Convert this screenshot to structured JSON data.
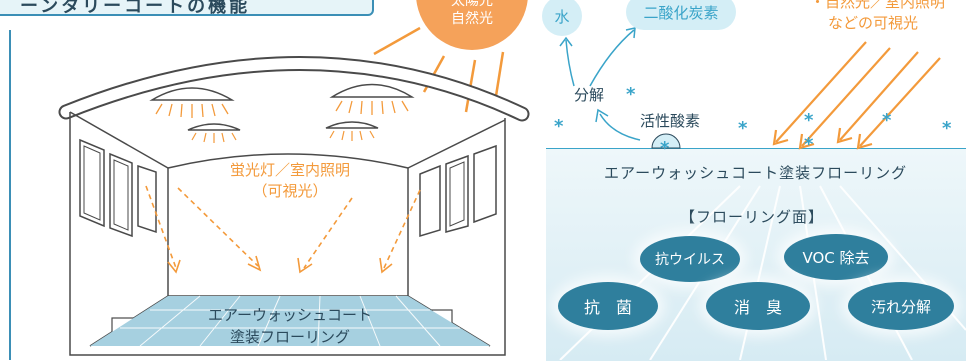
{
  "title": "ーンタリーコートの機能",
  "left": {
    "sun_lines": [
      "太陽光",
      "自然光"
    ],
    "indoor_light_lines": [
      "蛍光灯／室内照明",
      "（可視光）"
    ],
    "floor_lines": [
      "エアーウォッシュコート",
      "塗装フローリング"
    ]
  },
  "right": {
    "water": "水",
    "co2": "二酸化炭素",
    "light_lines": [
      "・自然光／室内照明",
      "などの可視光"
    ],
    "decompose": "分解",
    "active_oxygen": "活性酸素",
    "floor_title": "エアーウォッシュコート塗装フローリング",
    "floor_surface": "【フローリング面】",
    "effects": [
      "抗ウイルス",
      "VOC 除去",
      "抗　菌",
      "消　臭",
      "汚れ分解"
    ]
  },
  "colors": {
    "accent_orange": "#f39a3b",
    "cyan": "#3aa4c9",
    "navy": "#2f7f9d",
    "dark_text": "#2b4a5c"
  }
}
